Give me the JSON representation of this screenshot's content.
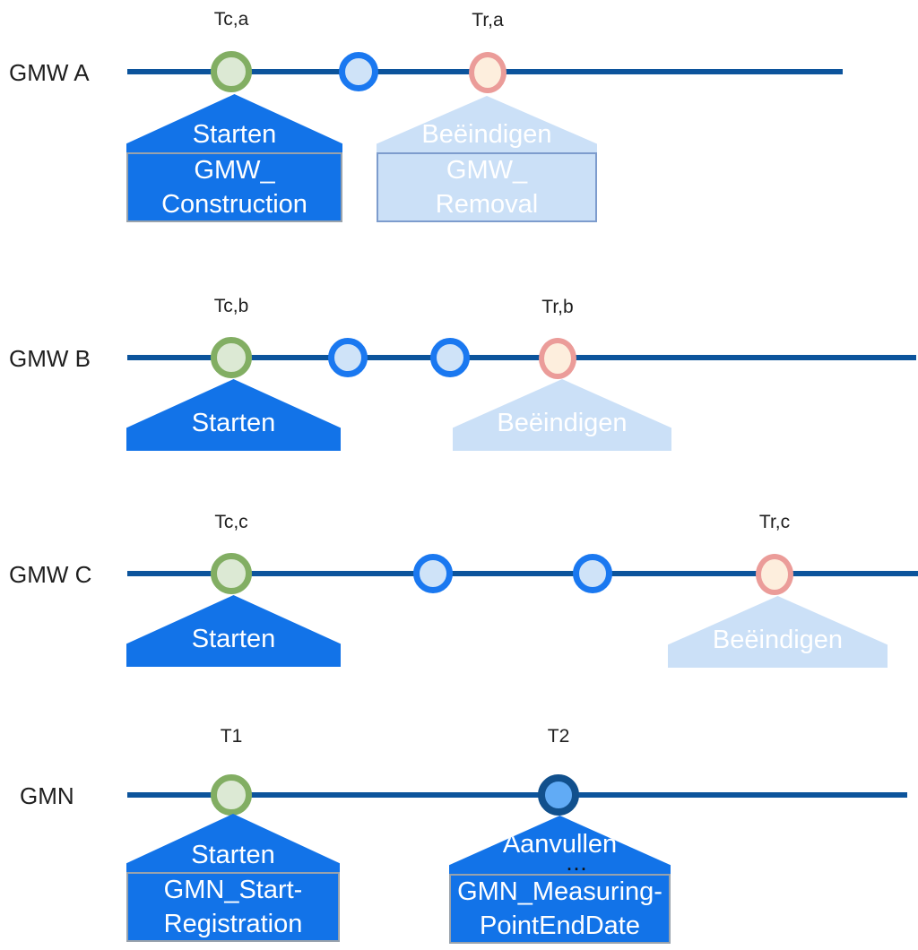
{
  "colors": {
    "timeline": "#0c549c",
    "callout_active": "#1273e8",
    "callout_inactive": "#cbe0f7",
    "box_border_active": "#98a2ac",
    "box_border_inactive": "#7d9ccd",
    "event_start_ring": "#82ae63",
    "event_start_fill": "#dce9d4",
    "event_intermediate_ring": "#1a78f0",
    "event_intermediate_fill": "#cfe3f8",
    "event_removal_ring": "#eb9c99",
    "event_removal_fill": "#fdeedd",
    "event_supplement_ring": "#11508d",
    "event_supplement_fill": "#61abf5",
    "text": "#1f1f1f"
  },
  "rows": [
    {
      "label": "GMW A",
      "time_labels": [
        {
          "text": "Tc,a"
        },
        {
          "text": "Tr,a"
        }
      ],
      "events": [
        {
          "type": "start"
        },
        {
          "type": "intermediate"
        },
        {
          "type": "removal"
        }
      ],
      "callouts": [
        {
          "state": "active",
          "roof_label": "Starten",
          "box_lines": [
            "GMW_",
            "Construction"
          ]
        },
        {
          "state": "inactive",
          "roof_label": "Beëindigen",
          "box_lines": [
            "GMW_",
            "Removal"
          ]
        }
      ]
    },
    {
      "label": "GMW B",
      "time_labels": [
        {
          "text": "Tc,b"
        },
        {
          "text": "Tr,b"
        }
      ],
      "events": [
        {
          "type": "start"
        },
        {
          "type": "intermediate"
        },
        {
          "type": "intermediate"
        },
        {
          "type": "removal"
        }
      ],
      "callouts": [
        {
          "state": "active",
          "roof_label": "Starten"
        },
        {
          "state": "inactive",
          "roof_label": "Beëindigen"
        }
      ]
    },
    {
      "label": "GMW C",
      "time_labels": [
        {
          "text": "Tc,c"
        },
        {
          "text": "Tr,c"
        }
      ],
      "events": [
        {
          "type": "start"
        },
        {
          "type": "intermediate"
        },
        {
          "type": "intermediate"
        },
        {
          "type": "removal"
        }
      ],
      "callouts": [
        {
          "state": "active",
          "roof_label": "Starten"
        },
        {
          "state": "inactive",
          "roof_label": "Beëindigen"
        }
      ]
    },
    {
      "label": "GMN",
      "time_labels": [
        {
          "text": "T1"
        },
        {
          "text": "T2"
        }
      ],
      "events": [
        {
          "type": "start"
        },
        {
          "type": "supplement"
        }
      ],
      "callouts": [
        {
          "state": "active",
          "roof_label": "Starten",
          "box_lines": [
            "GMN_Start-",
            "Registration"
          ]
        },
        {
          "state": "active",
          "roof_label": "Aanvullen",
          "ellipsis": "...",
          "box_lines": [
            "GMN_Measuring-",
            "PointEndDate"
          ]
        }
      ]
    }
  ]
}
